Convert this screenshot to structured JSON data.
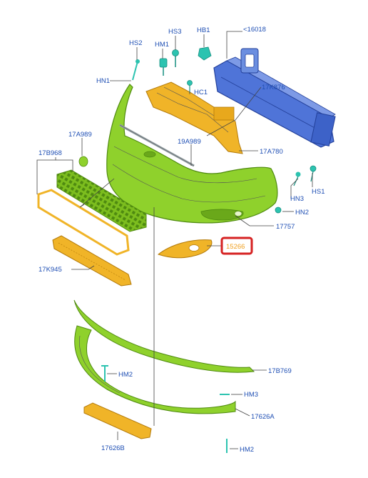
{
  "colors": {
    "label": "#1f4fb4",
    "green_part": "#8fd12c",
    "green_dark": "#4f8a10",
    "yellow_part": "#f0b428",
    "yellow_dark": "#b37a0a",
    "blue_part": "#4f74d8",
    "blue_dark": "#23409a",
    "fastener": "#2cc3b0",
    "highlight_box": "#d62222"
  },
  "labels": {
    "hs2": "HS2",
    "hs3": "HS3",
    "hm1": "HM1",
    "hb1": "HB1",
    "p16018": "<16018",
    "hn1": "HN1",
    "hc1": "HC1",
    "p17k876": "17K876",
    "p17a989": "17A989",
    "p19a989": "19A989",
    "p17b968": "17B968",
    "p17a780": "17A780",
    "hn3": "HN3",
    "hs1": "HS1",
    "hn2_top": "HN2",
    "p17757": "17757",
    "p15266": "15266",
    "p17k945": "17K945",
    "hm2_mid": "HM2",
    "p17b769": "17B769",
    "hm3": "HM3",
    "p17626a": "17626A",
    "p17626b": "17626B",
    "hm2_bot": "HM2"
  },
  "highlighted_part": "15266"
}
